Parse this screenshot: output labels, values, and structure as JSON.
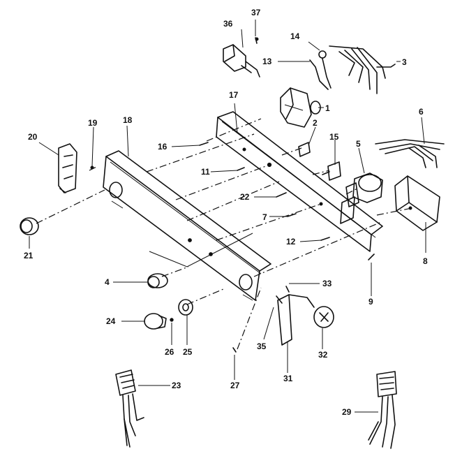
{
  "callouts": {
    "c1": "1",
    "c2": "2",
    "c3": "3",
    "c4": "4",
    "c5": "5",
    "c6": "6",
    "c7": "7",
    "c8": "8",
    "c9": "9",
    "c11": "11",
    "c12": "12",
    "c13": "13",
    "c14": "14",
    "c15": "15",
    "c16": "16",
    "c17": "17",
    "c18": "18",
    "c19": "19",
    "c20": "20",
    "c21": "21",
    "c22": "22",
    "c23": "23",
    "c24": "24",
    "c25": "25",
    "c26": "26",
    "c27": "27",
    "c29": "29",
    "c31": "31",
    "c32": "32",
    "c33": "33",
    "c35": "35",
    "c36": "36",
    "c37": "37"
  }
}
